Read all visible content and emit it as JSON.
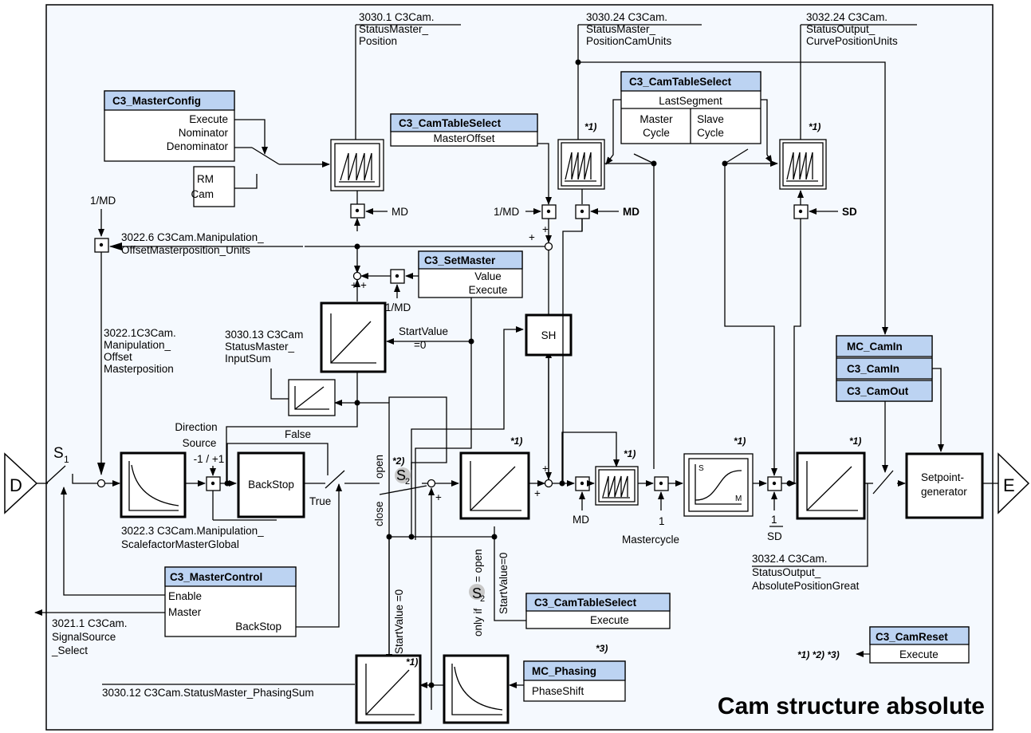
{
  "title": "Cam structure absolute",
  "ports": {
    "input": "D",
    "output": "E"
  },
  "signals": {
    "s3030_1": [
      "3030.1 C3Cam.",
      "StatusMaster_",
      "Position"
    ],
    "s3030_24": [
      "3030.24 C3Cam.",
      "StatusMaster_",
      "PositionCamUnits"
    ],
    "s3032_24": [
      "3032.24 C3Cam.",
      "StatusOutput_",
      "CurvePositionUnits"
    ],
    "s3022_6": [
      "3022.6 C3Cam.Manipulation_",
      "OffsetMasterposition_Units"
    ],
    "s3022_1": [
      "3022.1C3Cam.",
      "Manipulation_",
      "Offset",
      "Masterposition"
    ],
    "s3030_13": [
      "3030.13 C3Cam",
      "StatusMaster_",
      "InputSum"
    ],
    "s3022_3": [
      "3022.3 C3Cam.Manipulation_",
      "ScalefactorMasterGlobal"
    ],
    "s3021_1": [
      "3021.1 C3Cam.",
      "SignalSource",
      "_Select"
    ],
    "s3032_4": [
      "3032.4 C3Cam.",
      "StatusOutput_",
      "AbsolutePositionGreat"
    ],
    "s3030_12": "3030.12 C3Cam.StatusMaster_PhasingSum"
  },
  "fb": {
    "master_config": {
      "name": "C3_MasterConfig",
      "lines": [
        "Execute",
        "Nominator",
        "Denominator"
      ]
    },
    "cam_table_select_offset": {
      "name": "C3_CamTableSelect",
      "line": "MasterOffset"
    },
    "cam_table_select_segment": {
      "name": "C3_CamTableSelect",
      "line": "LastSegment",
      "master": [
        "Master",
        "Cycle"
      ],
      "slave": [
        "Slave",
        "Cycle"
      ]
    },
    "set_master": {
      "name": "C3_SetMaster",
      "lines": [
        "Value",
        "Execute"
      ]
    },
    "cam_in": {
      "names": [
        "MC_CamIn",
        "C3_CamIn",
        "C3_CamOut"
      ]
    },
    "master_control": {
      "name": "C3_MasterControl",
      "lines": [
        "Enable",
        "Master",
        "BackStop"
      ]
    },
    "cam_table_select_exec": {
      "name": "C3_CamTableSelect",
      "line": "Execute"
    },
    "phasing": {
      "name": "MC_Phasing",
      "line": "PhaseShift"
    },
    "cam_reset": {
      "name": "C3_CamReset",
      "line": "Execute"
    }
  },
  "blocks": {
    "rm_cam": [
      "RM",
      "Cam"
    ],
    "sh": "SH",
    "backstop": "BackStop",
    "setpoint": [
      "Setpoint-",
      "generator"
    ],
    "curve_s": "S",
    "curve_m": "M"
  },
  "labels": {
    "one_md": "1/MD",
    "md": "MD",
    "sd": "SD",
    "direction": [
      "Direction",
      "Source",
      "-1 / +1"
    ],
    "false_lbl": "False",
    "true_lbl": "True",
    "start_value_0": [
      "StartValue",
      "=0"
    ],
    "open": "open",
    "close": "close",
    "s1": "S",
    "s1_sub": "1",
    "s2": "S",
    "s2_sub": "2",
    "mastercycle": "Mastercycle",
    "one": "1",
    "start_value_v": "StartValue =0",
    "start_value_v2": "StartValue",
    "eq0": "=0",
    "only_if": "only if",
    "s2_open": "= open",
    "note1": "*1)",
    "note2": "*2)",
    "note3": "*3)",
    "notes_all": "*1) *2) *3)",
    "plus": "+"
  },
  "colors": {
    "header_fill": "#bcd3f2",
    "background": "#ffffff",
    "frame_fill": "#f5f9fe"
  }
}
